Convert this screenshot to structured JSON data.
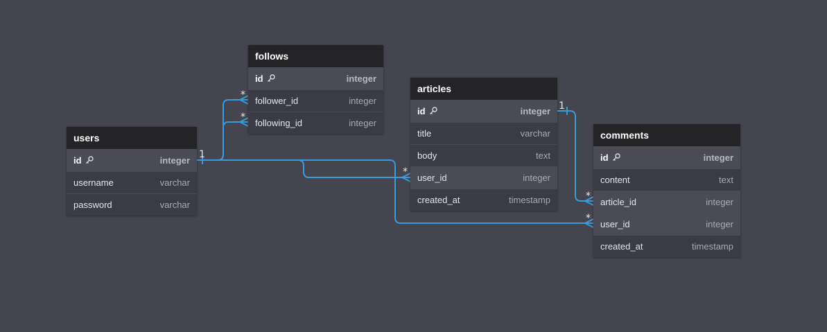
{
  "tables": {
    "users": {
      "title": "users",
      "columns": [
        {
          "name": "id",
          "type": "integer",
          "pk": true
        },
        {
          "name": "username",
          "type": "varchar"
        },
        {
          "name": "password",
          "type": "varchar"
        }
      ]
    },
    "follows": {
      "title": "follows",
      "columns": [
        {
          "name": "id",
          "type": "integer",
          "pk": true
        },
        {
          "name": "follower_id",
          "type": "integer"
        },
        {
          "name": "following_id",
          "type": "integer"
        }
      ]
    },
    "articles": {
      "title": "articles",
      "columns": [
        {
          "name": "id",
          "type": "integer",
          "pk": true
        },
        {
          "name": "title",
          "type": "varchar"
        },
        {
          "name": "body",
          "type": "text"
        },
        {
          "name": "user_id",
          "type": "integer"
        },
        {
          "name": "created_at",
          "type": "timestamp"
        }
      ]
    },
    "comments": {
      "title": "comments",
      "columns": [
        {
          "name": "id",
          "type": "integer",
          "pk": true
        },
        {
          "name": "content",
          "type": "text"
        },
        {
          "name": "article_id",
          "type": "integer"
        },
        {
          "name": "user_id",
          "type": "integer"
        },
        {
          "name": "created_at",
          "type": "timestamp"
        }
      ]
    }
  },
  "relations": [
    {
      "from": "users.id",
      "to": "follows.follower_id",
      "from_card": "1",
      "to_card": "*"
    },
    {
      "from": "users.id",
      "to": "follows.following_id",
      "from_card": "1",
      "to_card": "*"
    },
    {
      "from": "users.id",
      "to": "articles.user_id",
      "from_card": "1",
      "to_card": "*"
    },
    {
      "from": "users.id",
      "to": "comments.user_id",
      "from_card": "1",
      "to_card": "*"
    },
    {
      "from": "articles.id",
      "to": "comments.article_id",
      "from_card": "1",
      "to_card": "*"
    }
  ],
  "colors": {
    "edge": "#3a9ad9",
    "background": "#44454f",
    "header": "#242427"
  }
}
